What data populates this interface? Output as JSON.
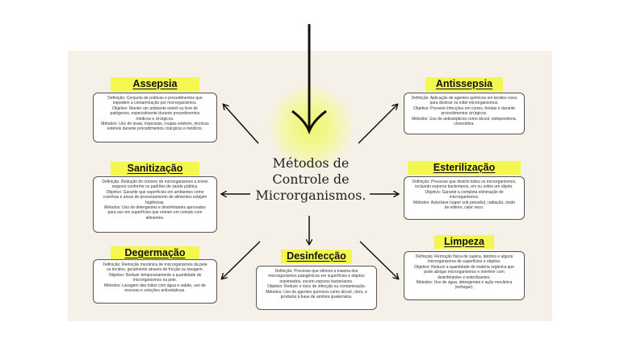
{
  "center": {
    "line1": "Métodos de",
    "line2": "Controle de",
    "line3": "Microrganismos."
  },
  "nodes": {
    "assepsia": {
      "title": "Assepsia",
      "lines": [
        "Definição: Conjunto de práticas e procedimentos que",
        "impedem a contaminação por microrganismos.",
        "Objetivo: Manter um ambiente estéril ou livre de",
        "patógenos, especialmente durante procedimentos",
        "médicos e cirúrgicos.",
        "Métodos: Uso de luvas, máscaras, roupas estéreis, técnicas",
        "estéreis durante procedimentos cirúrgicos e médicos."
      ]
    },
    "sanitizacao": {
      "title": "Sanitização",
      "lines": [
        "Definição: Redução do número de microrganismos a níveis",
        "seguros conforme os padrões de saúde pública.",
        "Objetivo: Garantir que superfícies em ambientes como",
        "cozinhas e áreas de processamento de alimentos estejam",
        "higiênicas.",
        "Métodos: Uso de detergentes e desinfetantes aprovados",
        "para uso em superfícies que entram em contato com",
        "alimentos."
      ]
    },
    "degermacao": {
      "title": "Degermação",
      "lines": [
        "Definição: Remoção mecânica de microrganismos da pele",
        "ou tecidos, geralmente através de fricção ou lavagem.",
        "Objetivo: Reduzir temporariamente a quantidade de",
        "microrganismos na pele.",
        "Métodos: Lavagem das mãos com água e sabão, uso de",
        "escovas e soluções antissépticas."
      ]
    },
    "desinfeccao": {
      "title": "Desinfecção",
      "lines": [
        "Definição: Processo que elimina a maioria dos",
        "microrganismos patogênicos em superfícies e objetos",
        "inanimados, exceto esporos bacterianos.",
        "Objetivo: Reduzir o risco de infecção ou contaminação.",
        "Métodos: Uso de agentes químicos como álcool, cloro, e",
        "produtos à base de amônia quaternária."
      ]
    },
    "antissepsia": {
      "title": "Antissepsia",
      "lines": [
        "Definição: Aplicação de agentes químicos em tecidos vivos",
        "para destruir ou inibir microrganismos.",
        "Objetivo: Prevenir infecções em cortes, feridas e durante",
        "procedimentos cirúrgicos.",
        "Métodos: Uso de antissépticos como álcool, iodopovidona,",
        "clorexidina."
      ]
    },
    "esterilizacao": {
      "title": "Esterilização",
      "lines": [
        "Definição: Processo que destrói todos os microrganismos,",
        "incluindo esporos bacterianos, em ou sobre um objeto.",
        "Objetivo: Garantir a completa eliminação de",
        "microrganismos.",
        "Métodos: Autoclave (vapor sob pressão), radiação, óxido",
        "de etileno, calor seco."
      ]
    },
    "limpeza": {
      "title": "Limpeza",
      "lines": [
        "Definição: Remoção física de sujeira, detritos e alguns",
        "microrganismos de superfícies e objetos.",
        "Objetivo: Reduzir a quantidade de matéria orgânica que",
        "pode abrigar microrganismos e interferir com",
        "desinfetantes e esterilizantes.",
        "Métodos: Uso de água, detergentes e ação mecânica",
        "(esfregar)."
      ]
    }
  }
}
